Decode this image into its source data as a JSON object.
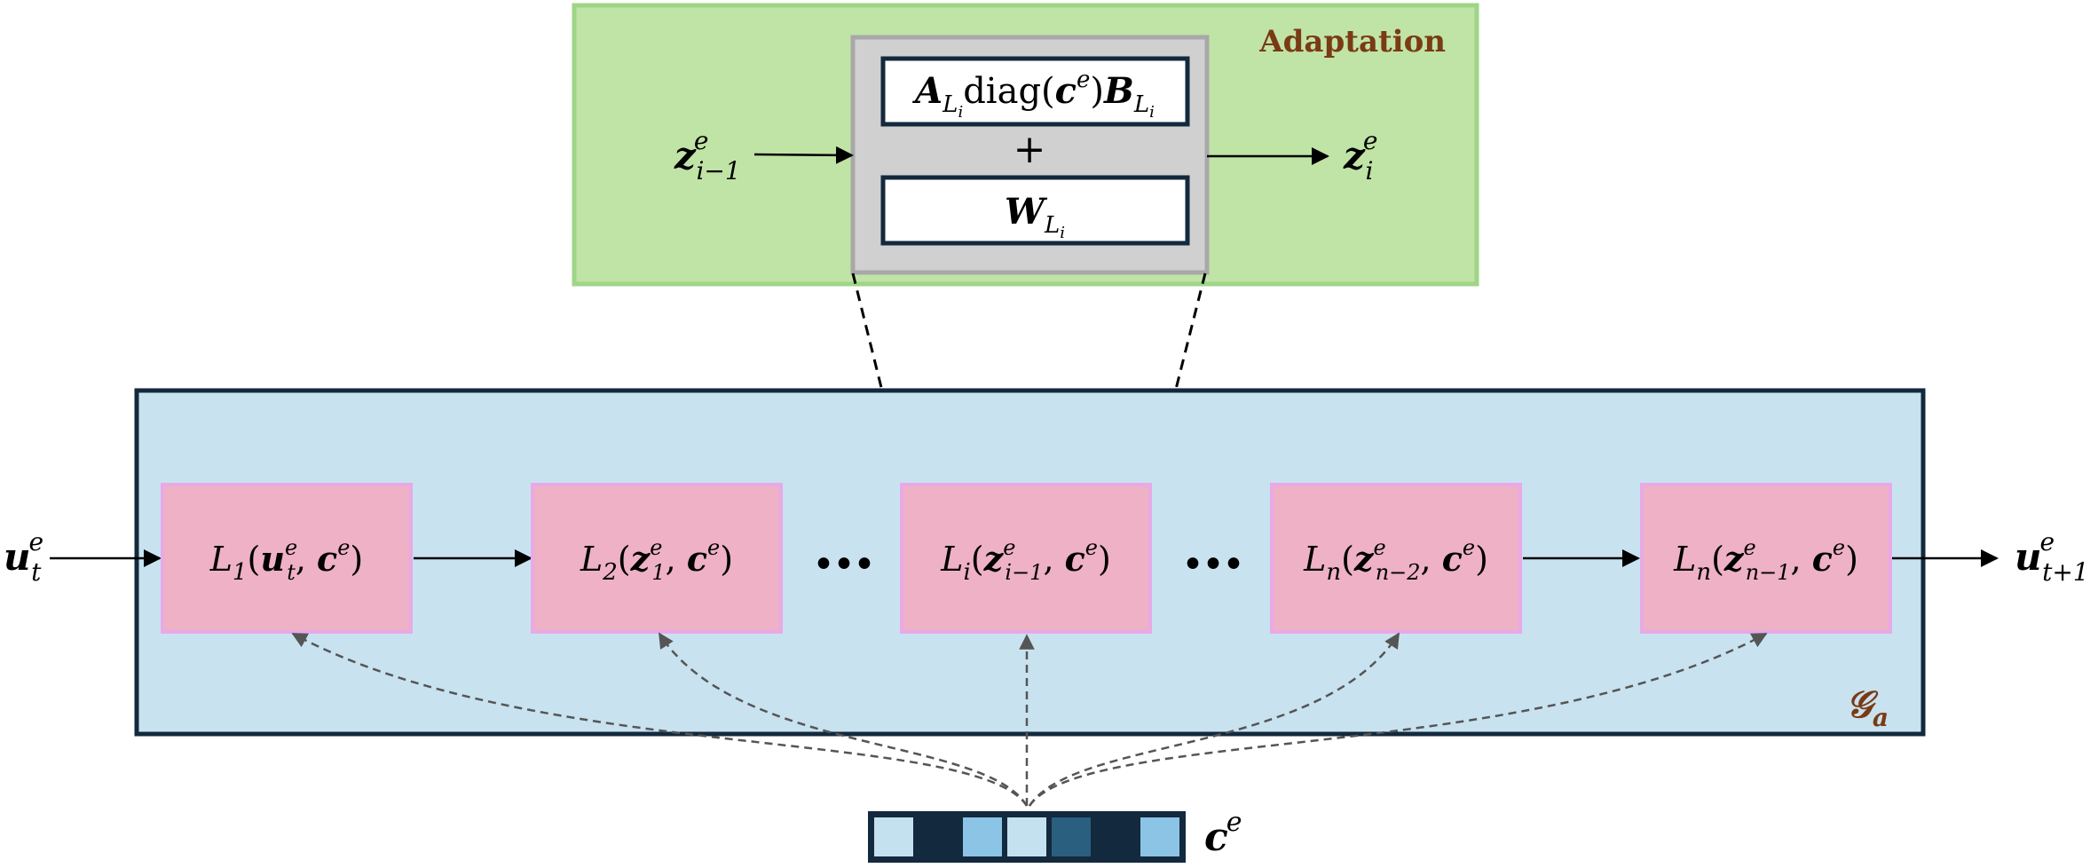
{
  "adaptation": {
    "title": "Adaptation",
    "colors": {
      "fill": "#c0e3a6",
      "border": "#9ed587",
      "title": "#7a3a14"
    }
  },
  "adapter": {
    "low_rank": {
      "A": "A",
      "A_sub": "L",
      "A_subsub": "i",
      "diag": "diag(",
      "c": "c",
      "c_sup": "e",
      "close": ")",
      "B": "B",
      "B_sub": "L",
      "B_subsub": "i"
    },
    "plus": "+",
    "weight": {
      "W": "W",
      "W_sub": "L",
      "W_subsub": "i"
    },
    "input": {
      "base": "z",
      "sup": "e",
      "sub": "i−1"
    },
    "output": {
      "base": "z",
      "sup": "e",
      "sub": "i"
    },
    "colors": {
      "fill": "#d0d0d0",
      "border": "#a8a8a8",
      "inner_border": "#13293d"
    }
  },
  "network": {
    "label": {
      "base": "𝒢",
      "sub": "a"
    },
    "colors": {
      "fill": "#c8e2f0",
      "border": "#13293d",
      "label": "#7a3a14"
    },
    "input": {
      "base": "u",
      "sup": "e",
      "sub": "t"
    },
    "output": {
      "base": "u",
      "sup": "e",
      "sub": "t+1"
    },
    "ellipsis": "•••",
    "layers": [
      {
        "L_sub": "1",
        "arg_base": "u",
        "arg_sup": "e",
        "arg_sub": "t"
      },
      {
        "L_sub": "2",
        "arg_base": "z",
        "arg_sup": "e",
        "arg_sub": "1"
      },
      {
        "L_sub": "i",
        "arg_base": "z",
        "arg_sup": "e",
        "arg_sub": "i−1"
      },
      {
        "L_sub": "n",
        "arg_base": "z",
        "arg_sup": "e",
        "arg_sub": "n−2"
      },
      {
        "L_sub": "n",
        "arg_base": "z",
        "arg_sup": "e",
        "arg_sub": "n−1"
      }
    ],
    "layer_colors": {
      "fill": "#eeb1c5",
      "border": "#e8a9e6"
    }
  },
  "context": {
    "label": {
      "base": "c",
      "sup": "e"
    },
    "cells": [
      "#c4e1ef",
      "#13293d",
      "#8cc4e6",
      "#c4e1ef",
      "#2b5f80",
      "#13293d",
      "#8cc4e6"
    ]
  }
}
